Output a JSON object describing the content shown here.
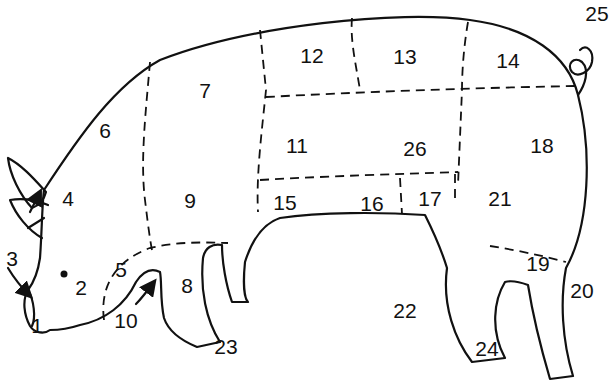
{
  "diagram": {
    "labels": [
      "25",
      "12",
      "13",
      "14",
      "7",
      "6",
      "18",
      "11",
      "26",
      "4",
      "9",
      "15",
      "16",
      "17",
      "21",
      "3",
      "19",
      "2",
      "5",
      "8",
      "20",
      "10",
      "1",
      "22",
      "23",
      "24"
    ]
  }
}
